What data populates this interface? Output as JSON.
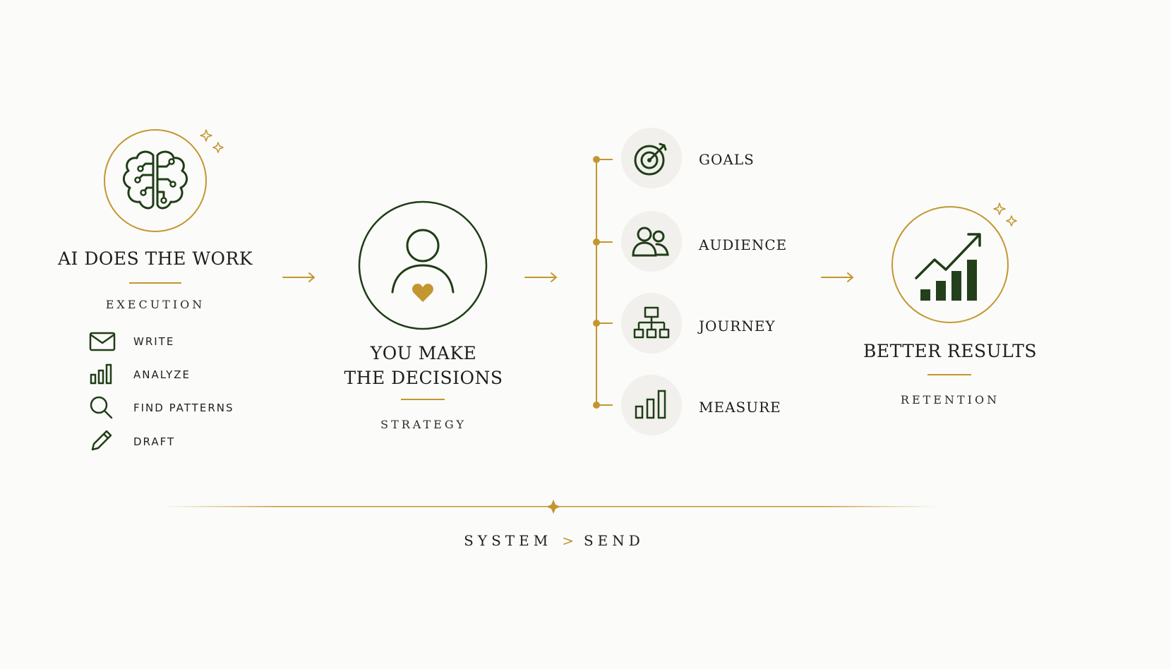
{
  "colors": {
    "background": "#fbfbf9",
    "primary_green": "#1f3d17",
    "accent_gold": "#c4962f",
    "soft_circle": "#f1f0ec",
    "text": "#1e1e1e"
  },
  "stage1": {
    "icon": "brain-circuit-icon",
    "title": "AI DOES THE WORK",
    "subtitle": "EXECUTION",
    "tasks": [
      {
        "icon": "envelope-icon",
        "label": "WRITE"
      },
      {
        "icon": "bar-chart-icon",
        "label": "ANALYZE"
      },
      {
        "icon": "magnifier-icon",
        "label": "FIND PATTERNS"
      },
      {
        "icon": "pencil-icon",
        "label": "DRAFT"
      }
    ]
  },
  "stage2": {
    "icon": "person-heart-icon",
    "title_line1": "YOU MAKE",
    "title_line2": "THE DECISIONS",
    "subtitle": "STRATEGY"
  },
  "stage3": {
    "steps": [
      {
        "icon": "target-icon",
        "label": "GOALS"
      },
      {
        "icon": "audience-icon",
        "label": "AUDIENCE"
      },
      {
        "icon": "flowchart-icon",
        "label": "JOURNEY"
      },
      {
        "icon": "bar-chart-icon",
        "label": "MEASURE"
      }
    ]
  },
  "stage4": {
    "icon": "growth-chart-icon",
    "title": "BETTER RESULTS",
    "subtitle": "RETENTION"
  },
  "footer": {
    "left": "SYSTEM",
    "separator": ">",
    "right": "SEND"
  }
}
